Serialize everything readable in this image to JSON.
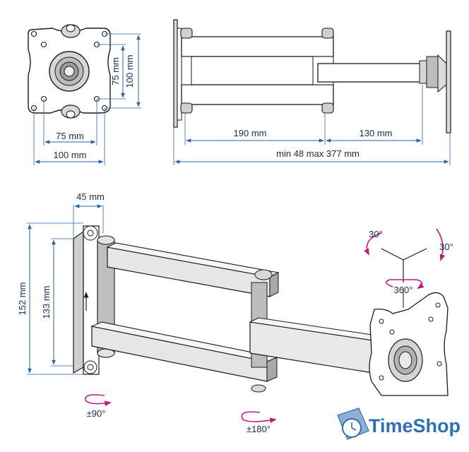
{
  "colors": {
    "line": "#1a1a1a",
    "dimension": "#2d62a8",
    "angle_arrow": "#c2187a",
    "metal_fill": "#c9c9c9",
    "brand": "#2e6fb5"
  },
  "dimensions": {
    "plate_hole_small_v": "75 mm",
    "plate_hole_large_v": "100 mm",
    "plate_hole_small_h": "75 mm",
    "plate_hole_large_h": "100 mm",
    "arm_segment_1": "190 mm",
    "arm_segment_2": "130 mm",
    "arm_range": "min 48 max 377 mm",
    "wall_depth": "45 mm",
    "wall_height_outer": "152 mm",
    "wall_height_inner": "133 mm"
  },
  "angles": {
    "tilt_left": "30°",
    "tilt_right": "30°",
    "rotate": "360°",
    "wall_swivel": "±90°",
    "arm_swivel": "±180°"
  },
  "brand": {
    "name": "TimeShop"
  }
}
